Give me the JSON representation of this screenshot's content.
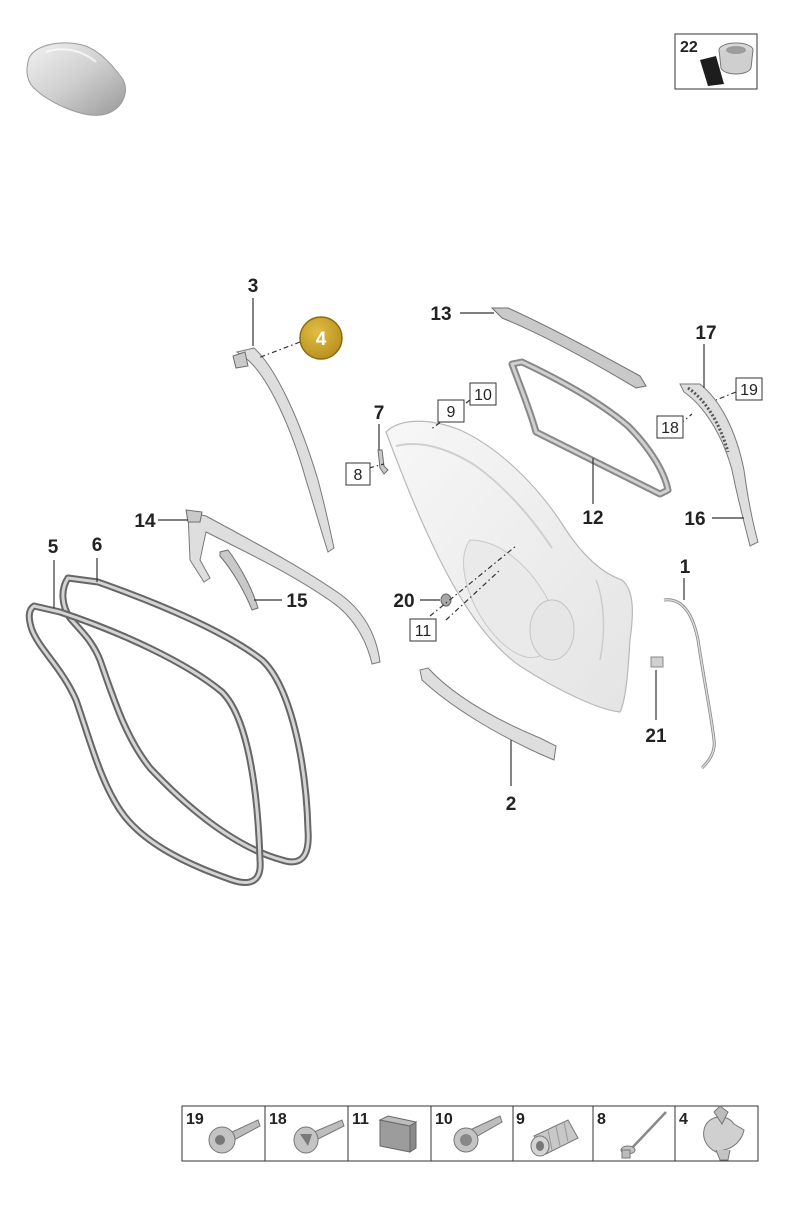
{
  "callouts": {
    "c1": "1",
    "c2": "2",
    "c3": "3",
    "c5": "5",
    "c6": "6",
    "c7": "7",
    "c12": "12",
    "c13": "13",
    "c14": "14",
    "c15": "15",
    "c16": "16",
    "c17": "17",
    "c20": "20",
    "c21": "21"
  },
  "boxed_callouts": {
    "b8": "8",
    "b9": "9",
    "b10": "10",
    "b11": "11",
    "b18": "18",
    "b19": "19"
  },
  "highlight": {
    "label": "4",
    "color": "#c9a227"
  },
  "kit_box": {
    "label": "22"
  },
  "legend": [
    {
      "number": "19",
      "icon": "bolt-round-head-icon"
    },
    {
      "number": "18",
      "icon": "bolt-flange-head-icon"
    },
    {
      "number": "11",
      "icon": "pad-block-icon"
    },
    {
      "number": "10",
      "icon": "bolt-hex-flange-icon"
    },
    {
      "number": "9",
      "icon": "rivet-nut-icon"
    },
    {
      "number": "8",
      "icon": "blind-rivet-icon"
    },
    {
      "number": "4",
      "icon": "push-clip-icon"
    }
  ]
}
